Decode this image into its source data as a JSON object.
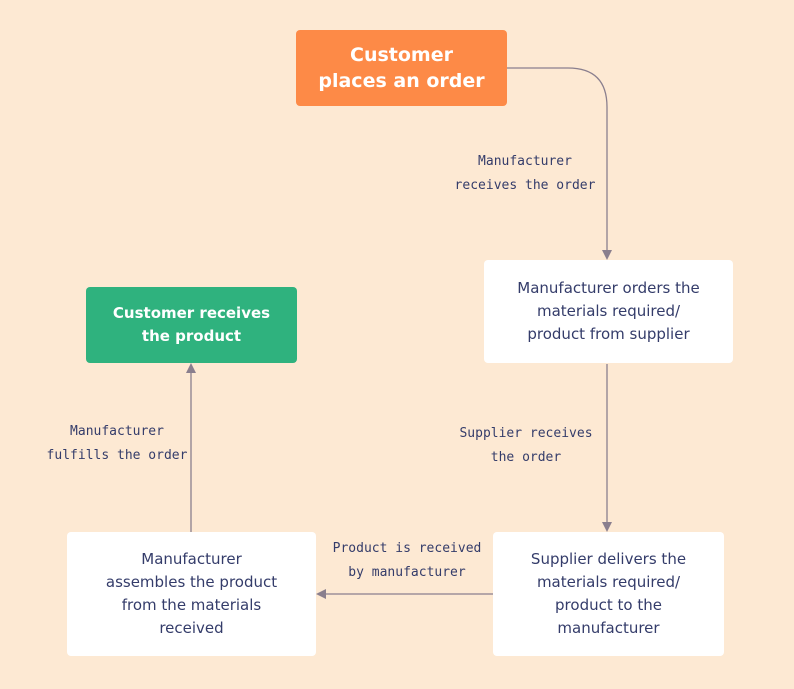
{
  "nodes": {
    "start": "Customer\nplaces an order",
    "orders": "Manufacturer orders the\nmaterials required/\nproduct from supplier",
    "delivers": "Supplier delivers the\nmaterials required/\nproduct to the\nmanufacturer",
    "assembles": "Manufacturer\nassembles the product\nfrom the materials\nreceived",
    "end": "Customer receives\nthe product"
  },
  "edges": {
    "receives_order": "Manufacturer\nreceives the order",
    "supplier_receives": "Supplier receives\nthe order",
    "product_received": "Product is received\nby manufacturer",
    "fulfills": "Manufacturer\nfulfills the order"
  },
  "colors": {
    "background": "#fde9d3",
    "start_node": "#fd8a47",
    "end_node": "#2fb27e",
    "box": "#ffffff",
    "text": "#343c6a",
    "connector": "#8a7f8e"
  }
}
